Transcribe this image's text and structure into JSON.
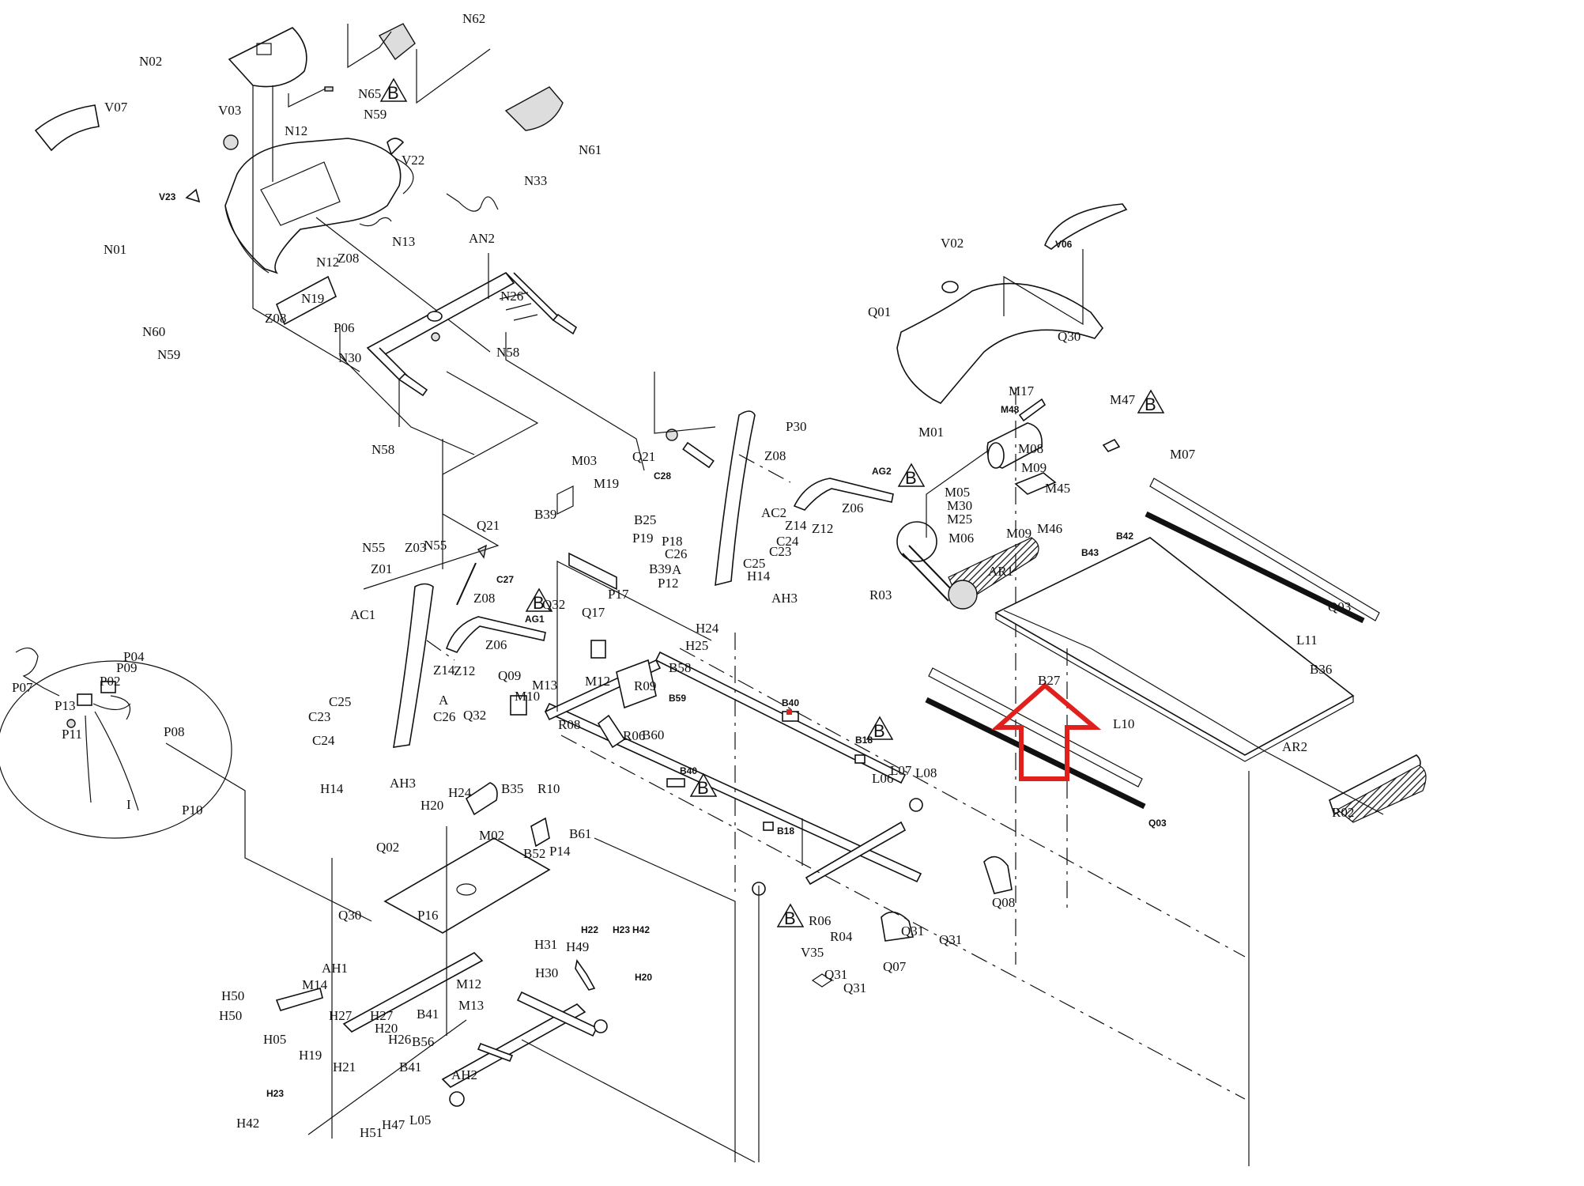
{
  "title": "Treadmill exploded parts diagram",
  "highlight": {
    "label": "B27",
    "color": "#e0201c",
    "icon": "arrow-up-icon"
  },
  "revision_marker": "B",
  "labels": {
    "N02": "N02",
    "N62": "N62",
    "N65": "N65",
    "N59a": "N59",
    "V07": "V07",
    "V03": "V03",
    "N12a": "N12",
    "N12b": "N12",
    "V22": "V22",
    "N33": "N33",
    "V23": "V23",
    "N01": "N01",
    "N13": "N13",
    "AN2": "AN2",
    "Z08a": "Z08",
    "Z08b": "Z08",
    "N19": "N19",
    "N26": "N26",
    "N60": "N60",
    "N59b": "N59",
    "P06": "P06",
    "N30": "N30",
    "N58a": "N58",
    "N58b": "N58",
    "N61": "N61",
    "V02": "V02",
    "V06": "V06",
    "Q01": "Q01",
    "Q30a": "Q30",
    "M17": "M17",
    "M48": "M48",
    "M47": "M47",
    "M01": "M01",
    "M07": "M07",
    "M08": "M08",
    "M09a": "M09",
    "M09b": "M09",
    "M05": "M05",
    "M30": "M30",
    "M25": "M25",
    "M06": "M06",
    "M45": "M45",
    "M46": "M46",
    "B42": "B42",
    "B43": "B43",
    "AR1": "AR1",
    "R03": "R03",
    "Q03a": "Q03",
    "Q03b": "Q03",
    "L11": "L11",
    "B36": "B36",
    "B27": "B27",
    "L10": "L10",
    "AR2": "AR2",
    "R02": "R02",
    "P30": "P30",
    "Q21a": "Q21",
    "C28": "C28",
    "Z08c": "Z08",
    "AG2": "AG2",
    "Z06a": "Z06",
    "AC2": "AC2",
    "Z14a": "Z14",
    "Z12a": "Z12",
    "C24a": "C24",
    "C23a": "C23",
    "C25a": "C25",
    "C26a": "C26",
    "Aa": "A",
    "P12": "P12",
    "H14a": "H14",
    "AH3a": "AH3",
    "H24a": "H24",
    "H25": "H25",
    "M03": "M03",
    "M19": "M19",
    "B39a": "B39",
    "B25": "B25",
    "P19": "P19",
    "P18": "P18",
    "B39b": "B39",
    "P17": "P17",
    "Q17": "Q17",
    "Q32a": "Q32",
    "N55a": "N55",
    "Z03": "Z03",
    "N55b": "N55",
    "Q21b": "Q21",
    "Z01": "Z01",
    "C27": "C27",
    "Z08d": "Z08",
    "AG1": "AG1",
    "Z06b": "Z06",
    "AC1": "AC1",
    "Z14b": "Z14",
    "Z12b": "Z12",
    "Q09": "Q09",
    "Q32b": "Q32",
    "Ab": "A",
    "C25b": "C25",
    "C23b": "C23",
    "C26b": "C26",
    "C24b": "C24",
    "H14b": "H14",
    "AH3b": "AH3",
    "H24b": "H24",
    "H20a": "H20",
    "M13a": "M13",
    "M12a": "M12",
    "M10": "M10",
    "R08": "R08",
    "R09": "R09",
    "R06a": "R06",
    "B58": "B58",
    "B59": "B59",
    "B40a": "B40",
    "B60": "B60",
    "R10": "R10",
    "B40b": "B40",
    "B18a": "B18",
    "L06": "L06",
    "L07": "L07",
    "L08": "L08",
    "B18b": "B18",
    "B35": "B35",
    "M02": "M02",
    "B61": "B61",
    "B52": "B52",
    "P14": "P14",
    "R06b": "R06",
    "R04": "R04",
    "Q08": "Q08",
    "Q31a": "Q31",
    "Q31b": "Q31",
    "Q31c": "Q31",
    "Q31d": "Q31",
    "Q07": "Q07",
    "V35": "V35",
    "P04": "P04",
    "P09": "P09",
    "P07": "P07",
    "P02": "P02",
    "P13": "P13",
    "P11": "P11",
    "P08": "P08",
    "I": "I",
    "P10": "P10",
    "Q02": "Q02",
    "P16": "P16",
    "Q30b": "Q30",
    "H22": "H22",
    "H23a": "H23",
    "H42a": "H42",
    "H31": "H31",
    "H49": "H49",
    "H20b": "H20",
    "H30": "H30",
    "AH1": "AH1",
    "M14": "M14",
    "M12b": "M12",
    "M13b": "M13",
    "H50a": "H50",
    "H50b": "H50",
    "H27a": "H27",
    "H27b": "H27",
    "H05": "H05",
    "B41a": "B41",
    "H20c": "H20",
    "H26": "H26",
    "B56": "B56",
    "H19": "H19",
    "H21": "H21",
    "B41b": "B41",
    "AH2": "AH2",
    "H23b": "H23",
    "H42b": "H42",
    "L05": "L05",
    "H47": "H47",
    "H51": "H51"
  }
}
